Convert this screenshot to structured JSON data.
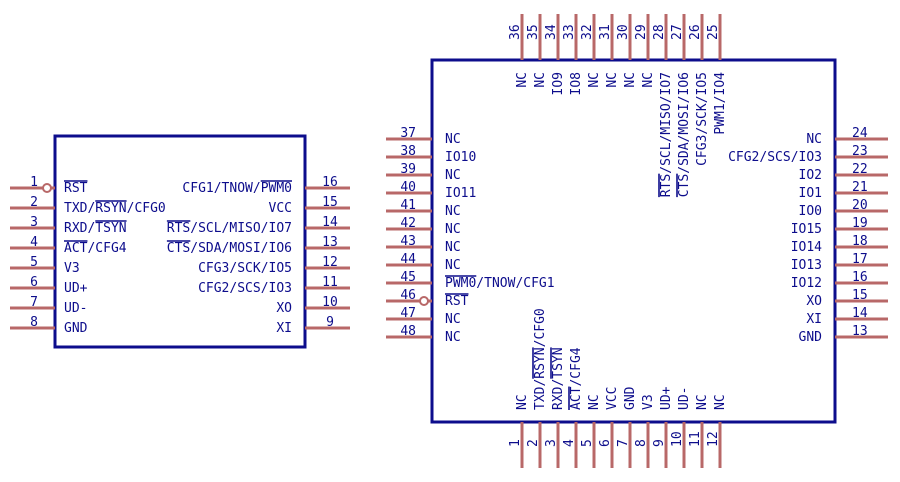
{
  "left_chip": {
    "left_pins": [
      {
        "num": "1",
        "label": "RST"
      },
      {
        "num": "2",
        "label": "TXD/RSYN/CFG0"
      },
      {
        "num": "3",
        "label": "RXD/TSYN"
      },
      {
        "num": "4",
        "label": "ACT/CFG4"
      },
      {
        "num": "5",
        "label": "V3"
      },
      {
        "num": "6",
        "label": "UD+"
      },
      {
        "num": "7",
        "label": "UD-"
      },
      {
        "num": "8",
        "label": "GND"
      }
    ],
    "right_pins": [
      {
        "num": "16",
        "label": "CFG1/TNOW/PWM0"
      },
      {
        "num": "15",
        "label": "VCC"
      },
      {
        "num": "14",
        "label": "RTS/SCL/MISO/IO7"
      },
      {
        "num": "13",
        "label": "CTS/SDA/MOSI/IO6"
      },
      {
        "num": "12",
        "label": "CFG3/SCK/IO5"
      },
      {
        "num": "11",
        "label": "CFG2/SCS/IO3"
      },
      {
        "num": "10",
        "label": "XO"
      },
      {
        "num": "9",
        "label": "XI"
      }
    ]
  },
  "right_chip": {
    "top_pins": [
      {
        "num": "36",
        "label": "NC"
      },
      {
        "num": "35",
        "label": "NC"
      },
      {
        "num": "34",
        "label": "IO9"
      },
      {
        "num": "33",
        "label": "IO8"
      },
      {
        "num": "32",
        "label": "NC"
      },
      {
        "num": "31",
        "label": "NC"
      },
      {
        "num": "30",
        "label": "NC"
      },
      {
        "num": "29",
        "label": "NC"
      },
      {
        "num": "28",
        "label": "RTS/SCL/MISO/IO7"
      },
      {
        "num": "27",
        "label": "CTS/SDA/MOSI/IO6"
      },
      {
        "num": "26",
        "label": "CFG3/SCK/IO5"
      },
      {
        "num": "25",
        "label": "PWM1/IO4"
      }
    ],
    "left_pins": [
      {
        "num": "37",
        "label": "NC"
      },
      {
        "num": "38",
        "label": "IO10"
      },
      {
        "num": "39",
        "label": "NC"
      },
      {
        "num": "40",
        "label": "IO11"
      },
      {
        "num": "41",
        "label": "NC"
      },
      {
        "num": "42",
        "label": "NC"
      },
      {
        "num": "43",
        "label": "NC"
      },
      {
        "num": "44",
        "label": "NC"
      },
      {
        "num": "45",
        "label": "PWM0/TNOW/CFG1"
      },
      {
        "num": "46",
        "label": "RST"
      },
      {
        "num": "47",
        "label": "NC"
      },
      {
        "num": "48",
        "label": "NC"
      }
    ],
    "right_pins": [
      {
        "num": "24",
        "label": "NC"
      },
      {
        "num": "23",
        "label": "CFG2/SCS/IO3"
      },
      {
        "num": "22",
        "label": "IO2"
      },
      {
        "num": "21",
        "label": "IO1"
      },
      {
        "num": "20",
        "label": "IO0"
      },
      {
        "num": "19",
        "label": "IO15"
      },
      {
        "num": "18",
        "label": "IO14"
      },
      {
        "num": "17",
        "label": "IO13"
      },
      {
        "num": "16",
        "label": "IO12"
      },
      {
        "num": "15",
        "label": "XO"
      },
      {
        "num": "14",
        "label": "XI"
      },
      {
        "num": "13",
        "label": "GND"
      }
    ],
    "bottom_pins": [
      {
        "num": "1",
        "label": "NC"
      },
      {
        "num": "2",
        "label": "TXD/RSYN/CFG0"
      },
      {
        "num": "3",
        "label": "RXD/TSYN"
      },
      {
        "num": "4",
        "label": "ACT/CFG4"
      },
      {
        "num": "5",
        "label": "NC"
      },
      {
        "num": "6",
        "label": "VCC"
      },
      {
        "num": "7",
        "label": "GND"
      },
      {
        "num": "8",
        "label": "V3"
      },
      {
        "num": "9",
        "label": "UD+"
      },
      {
        "num": "10",
        "label": "UD-"
      },
      {
        "num": "11",
        "label": "NC"
      },
      {
        "num": "12",
        "label": "NC"
      }
    ]
  }
}
